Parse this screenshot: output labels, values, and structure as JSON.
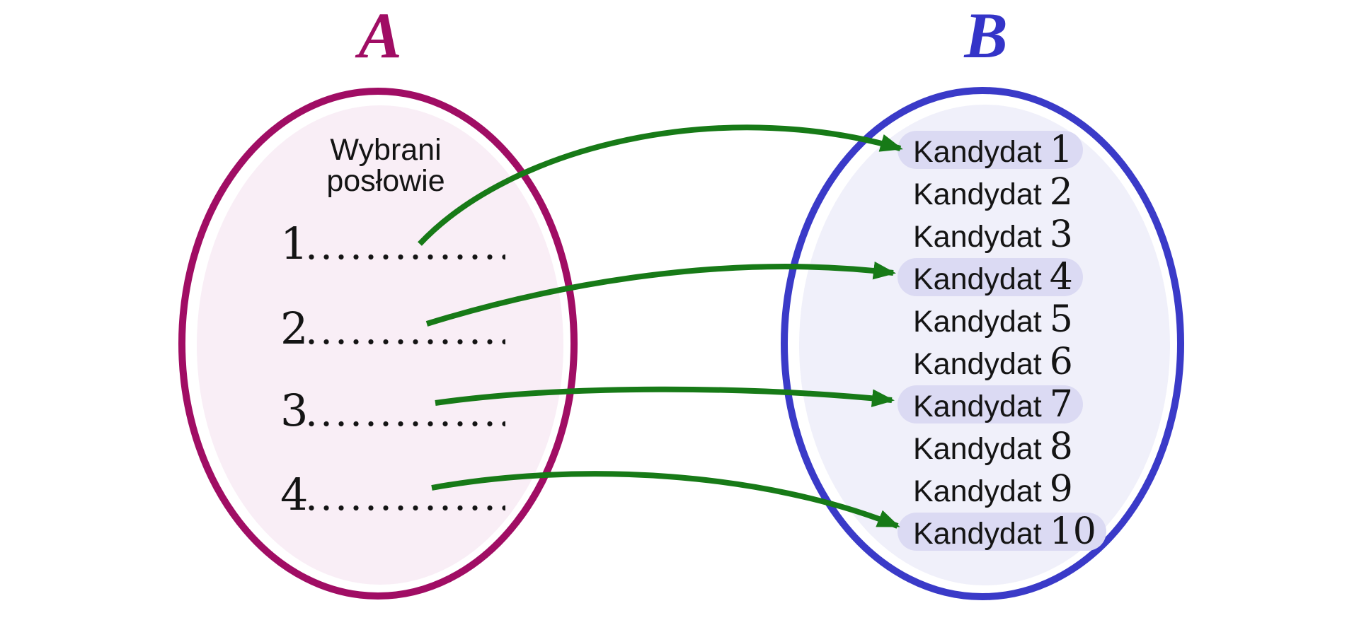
{
  "colors": {
    "set_a_stroke": "#a00d64",
    "set_a_fill": "#f9eef6",
    "set_a_label": "#a00d64",
    "set_b_stroke": "#3a3ac8",
    "set_b_fill": "#f0f0fa",
    "set_b_label": "#3434c8",
    "highlight_pill": "#dbdaf3",
    "arrow_green": "#177a17",
    "text": "#141414"
  },
  "set_a": {
    "label": "A",
    "title_line1": "Wybrani",
    "title_line2": "posłowie",
    "items": [
      {
        "number": "1"
      },
      {
        "number": "2"
      },
      {
        "number": "3"
      },
      {
        "number": "4"
      }
    ]
  },
  "set_b": {
    "label": "B",
    "items": [
      {
        "name": "Kandydat",
        "number": "1",
        "highlighted": true
      },
      {
        "name": "Kandydat",
        "number": "2",
        "highlighted": false
      },
      {
        "name": "Kandydat",
        "number": "3",
        "highlighted": false
      },
      {
        "name": "Kandydat",
        "number": "4",
        "highlighted": true
      },
      {
        "name": "Kandydat",
        "number": "5",
        "highlighted": false
      },
      {
        "name": "Kandydat",
        "number": "6",
        "highlighted": false
      },
      {
        "name": "Kandydat",
        "number": "7",
        "highlighted": true
      },
      {
        "name": "Kandydat",
        "number": "8",
        "highlighted": false
      },
      {
        "name": "Kandydat",
        "number": "9",
        "highlighted": false
      },
      {
        "name": "Kandydat",
        "number": "10",
        "highlighted": true
      }
    ]
  },
  "mappings": [
    {
      "from": "1",
      "to": "Kandydat 1"
    },
    {
      "from": "2",
      "to": "Kandydat 4"
    },
    {
      "from": "3",
      "to": "Kandydat 7"
    },
    {
      "from": "4",
      "to": "Kandydat 10"
    }
  ]
}
